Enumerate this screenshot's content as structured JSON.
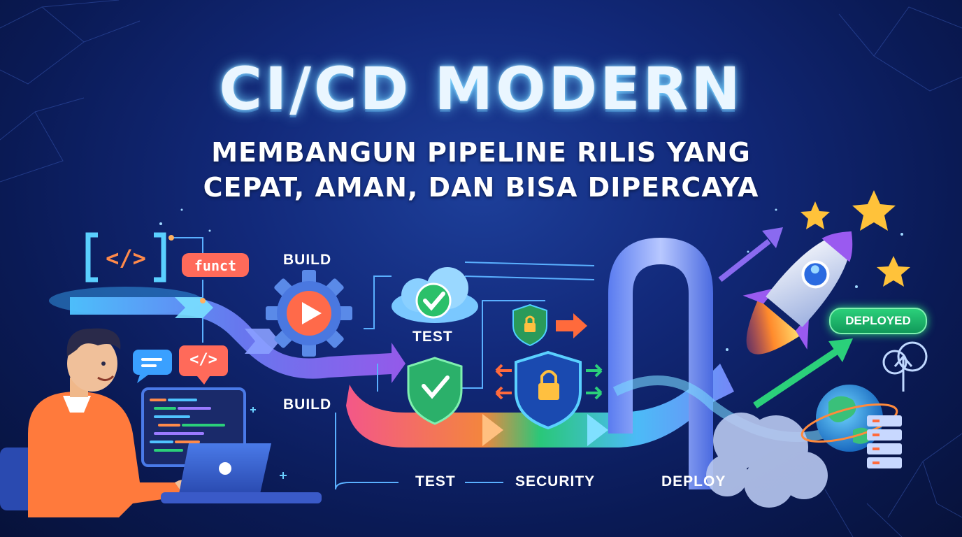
{
  "title": "CI/CD MODERN",
  "subtitle_line1": "MEMBANGUN PIPELINE RILIS YANG",
  "subtitle_line2": "CEPAT, AMAN, DAN BISA DIPERCAYA",
  "labels": {
    "build_top": "BUILD",
    "test_top": "TEST",
    "build_bottom": "BUILD",
    "test_bottom": "TEST",
    "security": "SECURITY",
    "deploy": "DEPLOY",
    "deployed": "DEPLOYED",
    "funct_chip": "funct",
    "code_icon_text": "</>"
  },
  "icons": [
    "code-brackets-icon",
    "gear-play-icon",
    "cloud-check-icon",
    "shield-check-icon",
    "shield-lock-icon",
    "rocket-icon",
    "globe-icon",
    "server-icon",
    "cloud-upload-icon",
    "star-icon",
    "chat-bubble-icon",
    "laptop-icon"
  ],
  "colors": {
    "accent_cyan": "#6fd0ff",
    "pipeline_purple": "#8a5cf0",
    "pipeline_orange": "#ff7a3c",
    "pipeline_green": "#2bd07a",
    "deployed_green": "#1fb86a"
  }
}
